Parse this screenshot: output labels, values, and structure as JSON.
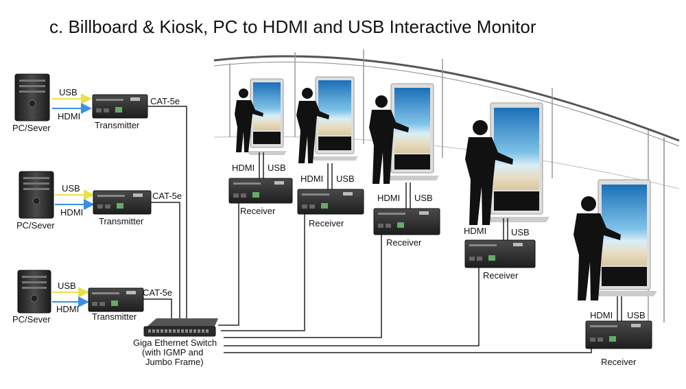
{
  "title": "c. Billboard & Kiosk, PC to HDMI and USB Interactive Monitor",
  "sources": [
    {
      "pc_label": "PC/Sever",
      "usb_label": "USB",
      "hdmi_label": "HDMI",
      "tx_label": "Transmitter",
      "cable_label": "CAT-5e"
    },
    {
      "pc_label": "PC/Sever",
      "usb_label": "USB",
      "hdmi_label": "HDMI",
      "tx_label": "Transmitter",
      "cable_label": "CAT-5e"
    },
    {
      "pc_label": "PC/Sever",
      "usb_label": "USB",
      "hdmi_label": "HDMI",
      "tx_label": "Transmitter",
      "cable_label": "CAT-5e"
    }
  ],
  "switch": {
    "label_line1": "Giga Ethernet Switch",
    "label_line2": "(with IGMP and",
    "label_line3": "Jumbo Frame)"
  },
  "receivers": [
    {
      "label": "Receiver",
      "hdmi_label": "HDMI",
      "usb_label": "USB"
    },
    {
      "label": "Receiver",
      "hdmi_label": "HDMI",
      "usb_label": "USB"
    },
    {
      "label": "Receiver",
      "hdmi_label": "HDMI",
      "usb_label": "USB"
    },
    {
      "label": "Receiver",
      "hdmi_label": "HDMI",
      "usb_label": "USB"
    },
    {
      "label": "Receiver",
      "hdmi_label": "HDMI",
      "usb_label": "USB"
    }
  ],
  "colors": {
    "usb_arrow": "#e8e24a",
    "hdmi_arrow": "#3a8fe0",
    "cable": "#222222",
    "device": "#2a2a2a"
  }
}
